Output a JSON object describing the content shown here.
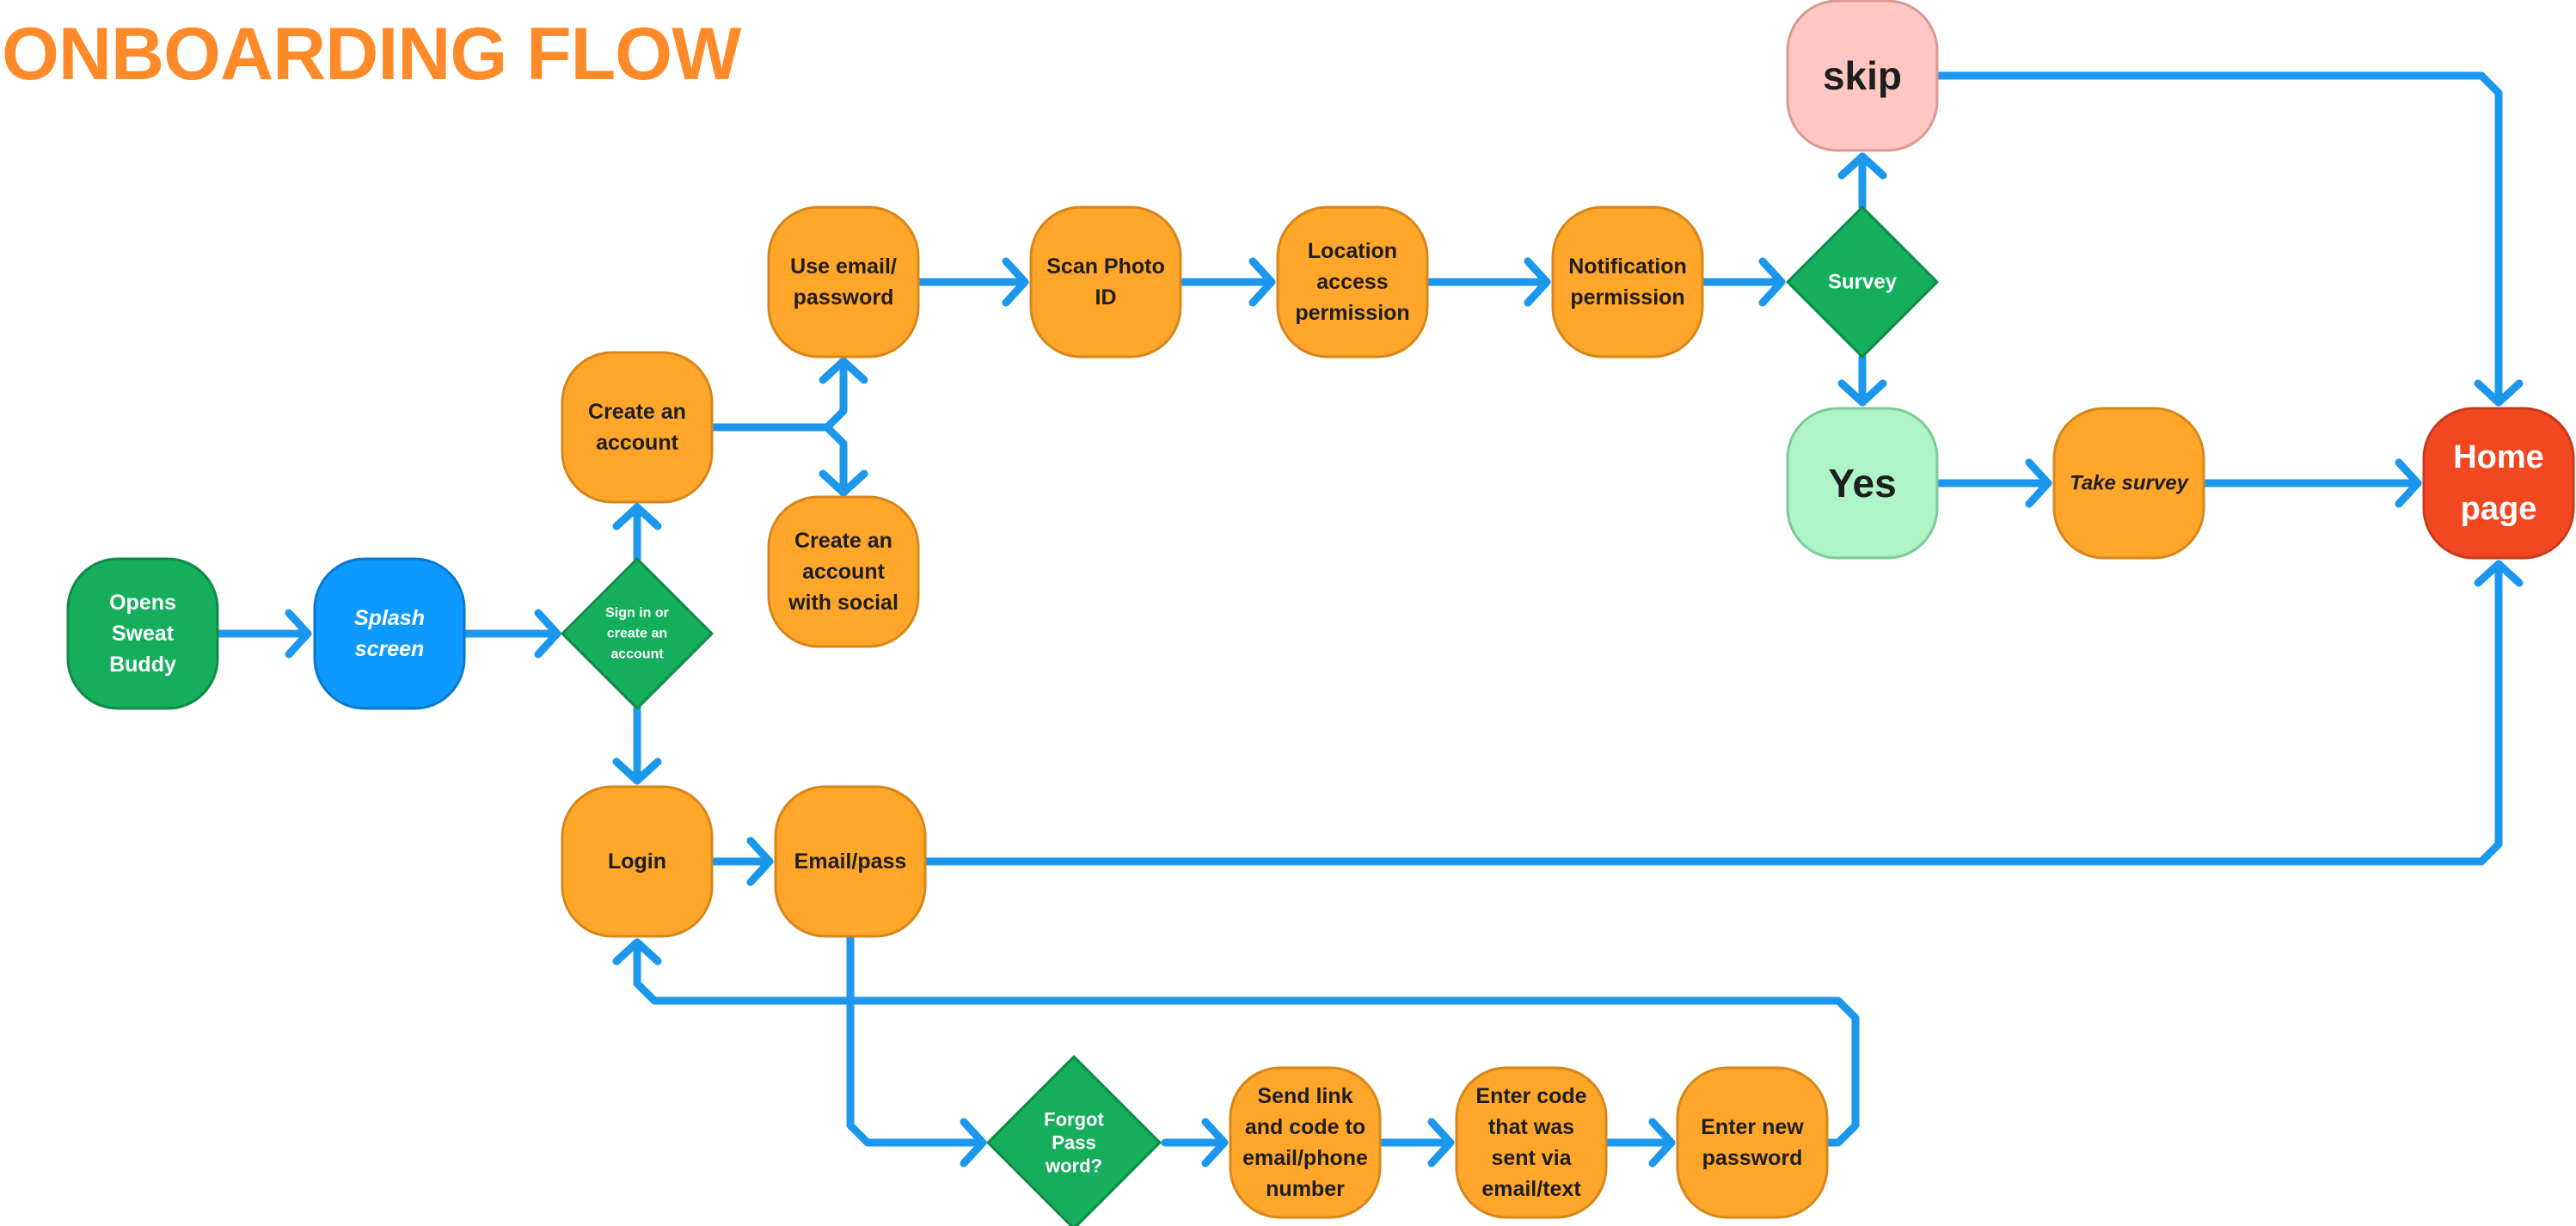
{
  "title": "ONBOARDING FLOW",
  "colors": {
    "title": "#FF8A2A",
    "arrow": "#1C97EE",
    "orange": "#FFA62B",
    "orange_stroke": "#D8861A",
    "green": "#15AE5C",
    "green_stroke": "#0F8A47",
    "blue": "#0D99FF",
    "blue_stroke": "#0A78CC",
    "pink": "#FFC7C2",
    "pink_stroke": "#D99A94",
    "mint": "#AFF4C6",
    "mint_stroke": "#7DC99A",
    "red": "#F24822",
    "red_stroke": "#C73A1A",
    "dark_text": "#1E1E1E",
    "light_text": "#FFFFFF"
  },
  "nodes": {
    "opens": [
      "Opens",
      "Sweat",
      "Buddy"
    ],
    "splash": [
      "Splash",
      "screen"
    ],
    "signin": [
      "Sign in or",
      "create an",
      "account"
    ],
    "create": [
      "Create an",
      "account"
    ],
    "email_pw": [
      "Use email/",
      "password"
    ],
    "social": [
      "Create an",
      "account",
      "with social"
    ],
    "scan": [
      "Scan Photo",
      "ID"
    ],
    "location": [
      "Location",
      "access",
      "permission"
    ],
    "notification": [
      "Notification",
      "permission"
    ],
    "survey": [
      "Survey"
    ],
    "skip": [
      "skip"
    ],
    "yes": [
      "Yes"
    ],
    "take_survey": [
      "Take survey"
    ],
    "home": [
      "Home",
      "page"
    ],
    "login": [
      "Login"
    ],
    "emailpass": [
      "Email/pass"
    ],
    "forgot": [
      "Forgot",
      "Pass",
      "word?"
    ],
    "send_link": [
      "Send link",
      "and code to",
      "email/phone",
      "number"
    ],
    "enter_code": [
      "Enter code",
      "that was",
      "sent via",
      "email/text"
    ],
    "new_pw": [
      "Enter new",
      "password"
    ]
  }
}
